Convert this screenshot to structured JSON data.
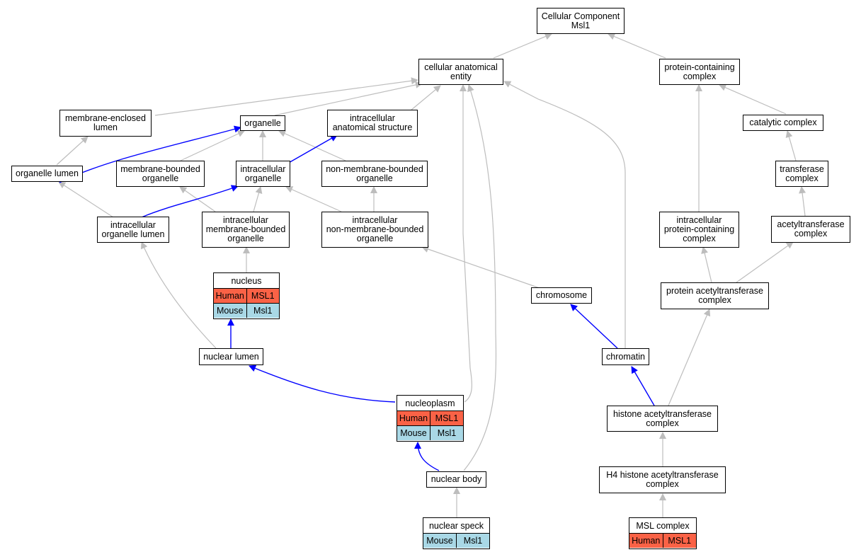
{
  "colors": {
    "edge_default": "#bdbdbd",
    "edge_highlight": "#0000ff",
    "human": "#fa6246",
    "mouse": "#a9d8e6"
  },
  "nodes": {
    "root": "Cellular Component\nMsl1",
    "cellular_anatomical_entity": "cellular anatomical\nentity",
    "protein_containing_complex": "protein-containing\ncomplex",
    "membrane_enclosed_lumen": "membrane-enclosed\nlumen",
    "organelle": "organelle",
    "intracellular_anatomical_structure": "intracellular\nanatomical structure",
    "catalytic_complex": "catalytic complex",
    "organelle_lumen": "organelle lumen",
    "membrane_bounded_organelle": "membrane-bounded\norganelle",
    "intracellular_organelle": "intracellular\norganelle",
    "non_membrane_bounded_organelle": "non-membrane-bounded\norganelle",
    "transferase_complex": "transferase\ncomplex",
    "intracellular_organelle_lumen": "intracellular\norganelle lumen",
    "intracellular_membrane_bounded_organelle": "intracellular\nmembrane-bounded\norganelle",
    "intracellular_non_membrane_bounded_organelle": "intracellular\nnon-membrane-bounded\norganelle",
    "intracellular_protein_containing_complex": "intracellular\nprotein-containing\ncomplex",
    "acetyltransferase_complex": "acetyltransferase\ncomplex",
    "chromosome": "chromosome",
    "protein_acetyltransferase_complex": "protein acetyltransferase\ncomplex",
    "nuclear_lumen": "nuclear lumen",
    "chromatin": "chromatin",
    "histone_acetyltransferase_complex": "histone acetyltransferase\ncomplex",
    "nuclear_body": "nuclear body",
    "h4_histone_acetyltransferase_complex": "H4 histone acetyltransferase\ncomplex"
  },
  "gene_nodes": {
    "nucleus": {
      "title": "nucleus",
      "rows": [
        {
          "species": "Human",
          "gene": "MSL1"
        },
        {
          "species": "Mouse",
          "gene": "Msl1"
        }
      ]
    },
    "nucleoplasm": {
      "title": "nucleoplasm",
      "rows": [
        {
          "species": "Human",
          "gene": "MSL1"
        },
        {
          "species": "Mouse",
          "gene": "Msl1"
        }
      ]
    },
    "nuclear_speck": {
      "title": "nuclear speck",
      "rows": [
        {
          "species": "Mouse",
          "gene": "Msl1"
        }
      ]
    },
    "msl_complex": {
      "title": "MSL complex",
      "rows": [
        {
          "species": "Human",
          "gene": "MSL1"
        }
      ]
    }
  }
}
